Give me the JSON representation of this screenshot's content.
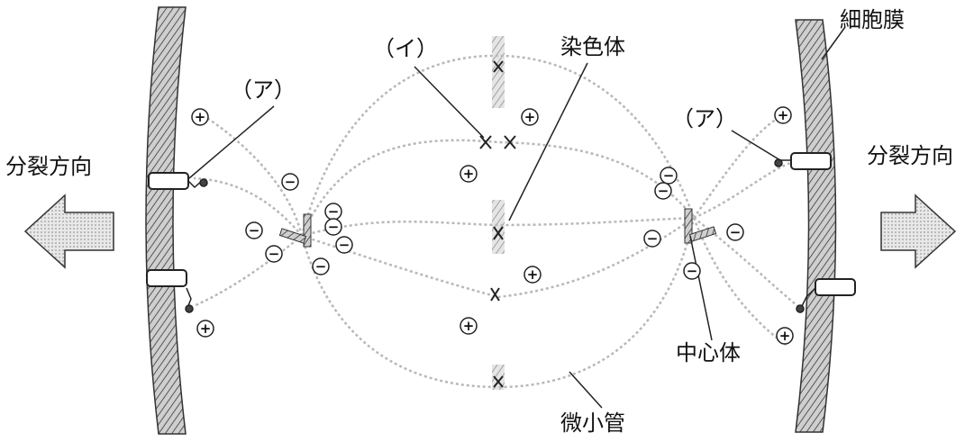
{
  "labels": {
    "cell_membrane": "細胞膜",
    "chromosome": "染色体",
    "centrosome": "中心体",
    "microtubule": "微小管",
    "division_direction_left": "分裂方向",
    "division_direction_right": "分裂方向",
    "protein_a_left": "（ア）",
    "protein_a_right": "（ア）",
    "protein_i": "（イ）"
  },
  "signs": {
    "plus": "+",
    "minus": "−"
  },
  "colors": {
    "line": "#222222",
    "microtubule": "#b8b8b8",
    "membrane_fill": "#9a9a9a",
    "arrow_fill": "#d6d6d6"
  }
}
